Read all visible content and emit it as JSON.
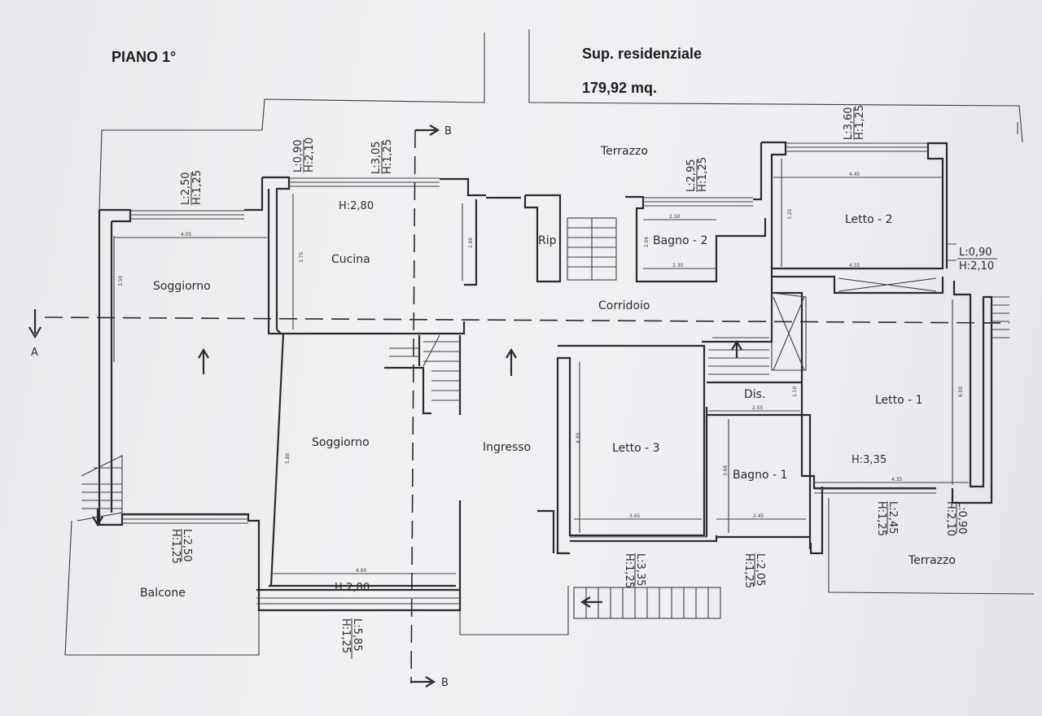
{
  "header": {
    "floor": "PIANO 1°",
    "area_label": "Sup. residenziale",
    "area_value": "179,92 mq."
  },
  "rooms": {
    "soggiorno_left": "Soggiorno",
    "cucina": "Cucina",
    "soggiorno_main": "Soggiorno",
    "ingresso": "Ingresso",
    "corridoio": "Corridoio",
    "rip": "Rip",
    "bagno_2": "Bagno - 2",
    "letto_2": "Letto - 2",
    "letto_1": "Letto - 1",
    "letto_3": "Letto - 3",
    "bagno_1": "Bagno - 1",
    "dis": "Dis.",
    "terrazzo_top": "Terrazzo",
    "terrazzo_right": "Terrazzo",
    "balcone": "Balcone"
  },
  "heights": {
    "cucina": "H:2,80",
    "soggiorno": "H:2,80",
    "letto_1": "H:3,35"
  },
  "openings": {
    "soggiorno_win": [
      "L:2,50",
      "H:1,25"
    ],
    "cucina_door": [
      "L:0,90",
      "H:2,10"
    ],
    "cucina_win": [
      "L:3,05",
      "H:1,25"
    ],
    "bagno2_win": [
      "L:2,95",
      "H:1,25"
    ],
    "letto2_win": [
      "L:3,60",
      "H:1,25"
    ],
    "letto2_door": [
      "L:0,90",
      "H:2,10"
    ],
    "balcone_win": [
      "L:2,50",
      "H:1,25"
    ],
    "soggiorno_bottom_win": [
      "L:5,85",
      "H:1,25"
    ],
    "letto3_win": [
      "L:3,35",
      "H:1,25"
    ],
    "bagno1_win": [
      "L:2,05",
      "H:1,25"
    ],
    "letto1_win": [
      "L:2,45",
      "H:1,25"
    ],
    "letto1_door": [
      "L:0,90",
      "H:2,10"
    ]
  },
  "inner_dims": {
    "soggiorno_w": "4.05",
    "soggiorno_h": "3.50",
    "cucina_h": "3.75",
    "cucina_side": "2.00",
    "bagno2_w_top": "2.50",
    "bagno2_w_bottom": "2.30",
    "bagno2_h": "2.06",
    "letto2_w_top": "4.45",
    "letto2_w_bottom": "4.55",
    "letto2_h": "3.25",
    "letto1_w": "4.35",
    "letto1_h": "6.00",
    "dis_w": "2.55",
    "dis_h": "1.10",
    "letto3_w": "3.65",
    "letto3_h": "4.80",
    "bagno1_w": "2.45",
    "bagno1_h": "3.68",
    "soggiorno_main_w": "4.60",
    "soggiorno_main_h": "5.80"
  },
  "sections": {
    "b_top": "B",
    "b_bottom": "B",
    "a": "A"
  }
}
